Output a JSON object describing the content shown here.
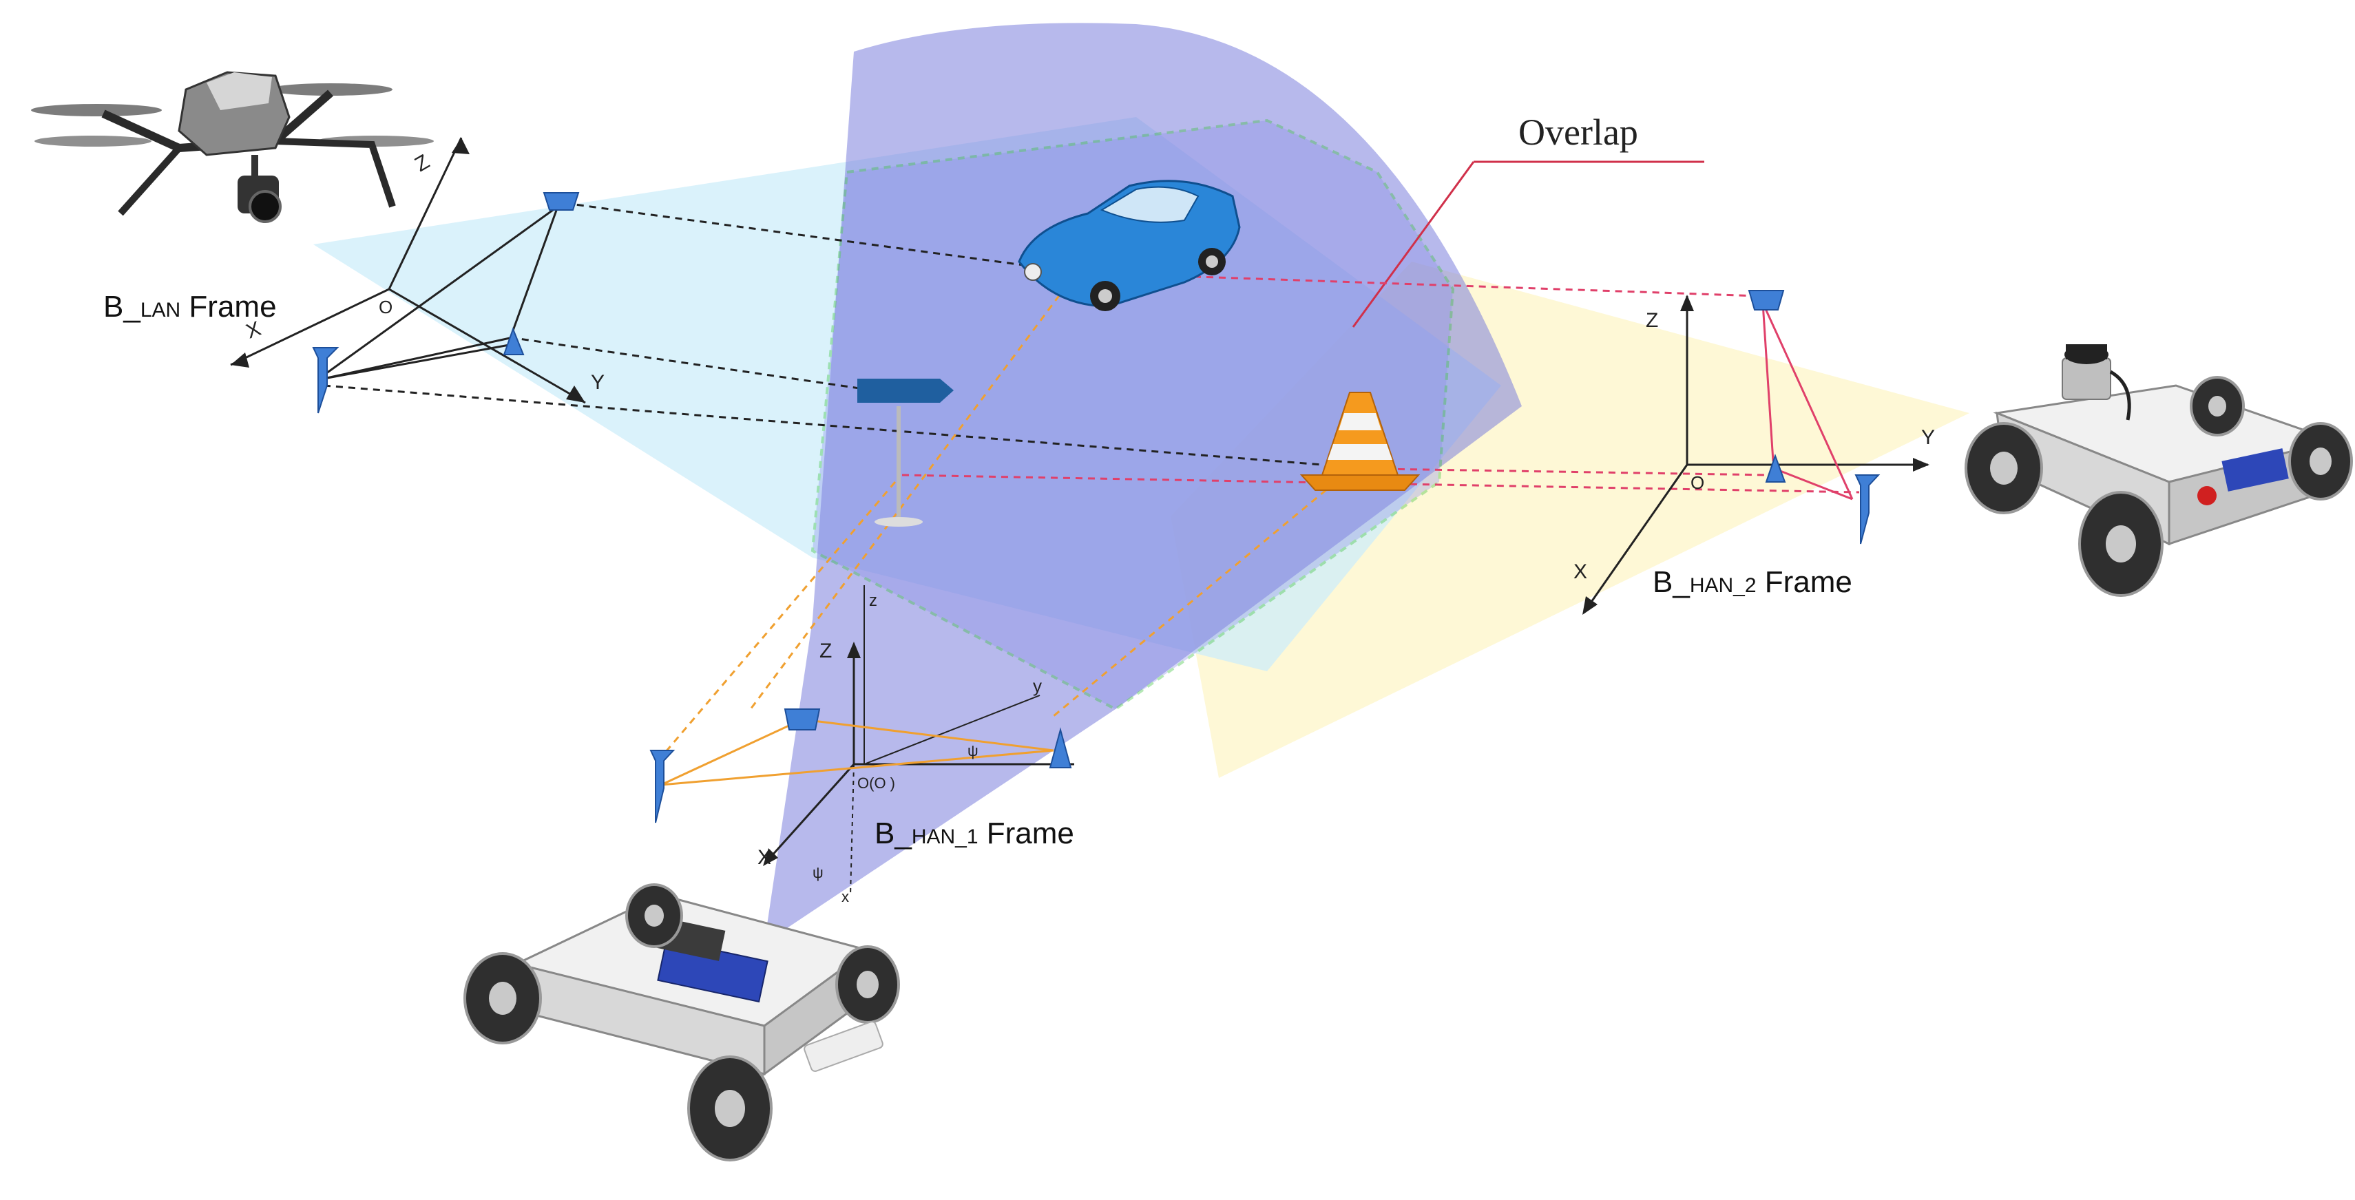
{
  "labels": {
    "overlap": "Overlap",
    "lan_frame": {
      "prefix": "B_",
      "sub": "LAN",
      "suffix": " Frame"
    },
    "han1_frame": {
      "prefix": "B_",
      "sub": "HAN_1",
      "suffix": " Frame"
    },
    "han2_frame": {
      "prefix": "B_",
      "sub": "HAN_2",
      "suffix": " Frame"
    }
  },
  "axes": {
    "lan": {
      "x": "X",
      "y": "Y",
      "z": "Z",
      "o": "O"
    },
    "han1": {
      "x": "X",
      "y": "y",
      "Z": "Z",
      "z": "z",
      "o": "O(O )",
      "x_small": "x",
      "psi1": "ψ",
      "psi2": "ψ"
    },
    "han2": {
      "x": "X",
      "y": "Y",
      "z": "Z",
      "o": "O"
    }
  },
  "colors": {
    "lan_fov": "#c8ecf7",
    "han1_fov": "#7b7fdc",
    "han2_fov": "#fdf6c8",
    "overlap_border": "#2fbf2f",
    "lan_rays": "#222222",
    "han1_rays": "#f0a030",
    "han2_rays": "#e0406a",
    "marker": "#3f7fd6"
  },
  "icons": [
    "drone-icon",
    "robot-car-icon",
    "toy-car-icon",
    "traffic-cone-icon",
    "signpost-icon"
  ]
}
